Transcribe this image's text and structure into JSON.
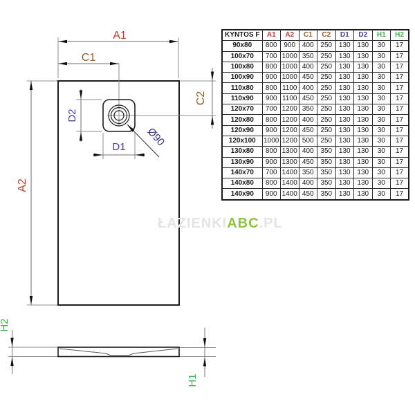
{
  "colors": {
    "red": "#c13b30",
    "brown": "#9b5a2c",
    "blue": "#4040a8",
    "green": "#3fae49",
    "navy": "#32327c",
    "brand_green": "#8dc63f",
    "watermark_gray": "#e4e4e4",
    "line_gray": "#8f8f8f",
    "ink": "#1c1c1c"
  },
  "drawing": {
    "labels": {
      "a1": "A1",
      "a2": "A2",
      "c1": "C1",
      "c2": "C2",
      "d1": "D1",
      "d2": "D2",
      "h1": "H1",
      "h2": "H2",
      "diameter": "Ø90"
    }
  },
  "watermark": {
    "prefix": "ŁAZIENKI",
    "brand": "ABC",
    "suffix": ".PL"
  },
  "table": {
    "corner_header": "KYNTOS F",
    "headers": [
      {
        "label": "A1",
        "color": "#c13b30"
      },
      {
        "label": "A2",
        "color": "#c13b30"
      },
      {
        "label": "C1",
        "color": "#9b5a2c"
      },
      {
        "label": "C2",
        "color": "#9b5a2c"
      },
      {
        "label": "D1",
        "color": "#4040a8"
      },
      {
        "label": "D2",
        "color": "#4040a8"
      },
      {
        "label": "H1",
        "color": "#3fae49"
      },
      {
        "label": "H2",
        "color": "#3fae49"
      }
    ],
    "rows": [
      {
        "size": "90x80",
        "values": [
          "800",
          "900",
          "400",
          "250",
          "130",
          "130",
          "30",
          "17"
        ]
      },
      {
        "size": "100x70",
        "values": [
          "700",
          "1000",
          "350",
          "250",
          "130",
          "130",
          "30",
          "17"
        ]
      },
      {
        "size": "100x80",
        "values": [
          "800",
          "1000",
          "400",
          "250",
          "130",
          "130",
          "30",
          "17"
        ]
      },
      {
        "size": "100x90",
        "values": [
          "900",
          "1000",
          "450",
          "250",
          "130",
          "130",
          "30",
          "17"
        ]
      },
      {
        "size": "110x80",
        "values": [
          "800",
          "1100",
          "400",
          "250",
          "130",
          "130",
          "30",
          "17"
        ]
      },
      {
        "size": "110x90",
        "values": [
          "900",
          "1100",
          "450",
          "250",
          "130",
          "130",
          "30",
          "17"
        ]
      },
      {
        "size": "120x70",
        "values": [
          "700",
          "1200",
          "350",
          "250",
          "130",
          "130",
          "30",
          "17"
        ]
      },
      {
        "size": "120x80",
        "values": [
          "800",
          "1200",
          "400",
          "250",
          "130",
          "130",
          "30",
          "17"
        ]
      },
      {
        "size": "120x90",
        "values": [
          "900",
          "1200",
          "450",
          "250",
          "130",
          "130",
          "30",
          "17"
        ]
      },
      {
        "size": "120x100",
        "values": [
          "1000",
          "1200",
          "500",
          "250",
          "130",
          "130",
          "30",
          "17"
        ]
      },
      {
        "size": "130x80",
        "values": [
          "800",
          "1300",
          "400",
          "350",
          "130",
          "130",
          "30",
          "17"
        ]
      },
      {
        "size": "130x90",
        "values": [
          "900",
          "1300",
          "450",
          "350",
          "130",
          "130",
          "30",
          "17"
        ]
      },
      {
        "size": "140x70",
        "values": [
          "700",
          "1400",
          "350",
          "350",
          "130",
          "130",
          "30",
          "17"
        ]
      },
      {
        "size": "140x80",
        "values": [
          "800",
          "1400",
          "400",
          "350",
          "130",
          "130",
          "30",
          "17"
        ]
      },
      {
        "size": "140x90",
        "values": [
          "900",
          "1400",
          "450",
          "350",
          "130",
          "130",
          "30",
          "17"
        ]
      }
    ]
  }
}
